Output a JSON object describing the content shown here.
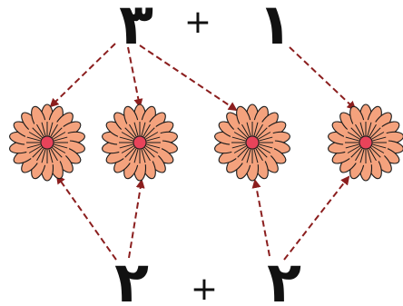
{
  "top_row": {
    "left_number": "٣",
    "operator": "+",
    "right_number": "١"
  },
  "bottom_row": {
    "left_number": "٢",
    "operator": "+",
    "right_number": "٢"
  },
  "flowers": [
    {
      "name": "flower-1"
    },
    {
      "name": "flower-2"
    },
    {
      "name": "flower-3"
    },
    {
      "name": "flower-4"
    }
  ],
  "colors": {
    "petal_fill": "#F4A27D",
    "petal_stroke": "#1a1a1a",
    "center": "#E8435A",
    "arrow": "#8B1E1E",
    "text": "#111111"
  }
}
